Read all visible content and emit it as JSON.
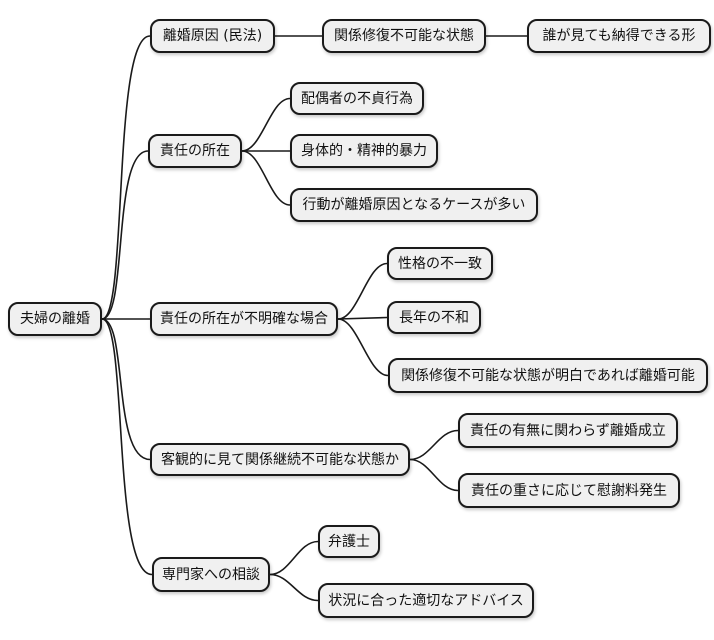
{
  "diagram_type": "mindmap",
  "colors": {
    "background": "#ffffff",
    "node_fill": "#f0f0f0",
    "node_border": "#1a1a1a",
    "edge": "#1a1a1a",
    "text": "#111111"
  },
  "mindmap": {
    "root": {
      "label": "夫婦の離婚"
    },
    "branches": [
      {
        "label": "離婚原因 (民法)",
        "children": [
          {
            "label": "関係修復不可能な状態",
            "children": [
              {
                "label": "誰が見ても納得できる形"
              }
            ]
          }
        ]
      },
      {
        "label": "責任の所在",
        "children": [
          {
            "label": "配偶者の不貞行為"
          },
          {
            "label": "身体的・精神的暴力"
          },
          {
            "label": "行動が離婚原因となるケースが多い"
          }
        ]
      },
      {
        "label": "責任の所在が不明確な場合",
        "children": [
          {
            "label": "性格の不一致"
          },
          {
            "label": "長年の不和"
          },
          {
            "label": "関係修復不可能な状態が明白であれば離婚可能"
          }
        ]
      },
      {
        "label": "客観的に見て関係継続不可能な状態か",
        "children": [
          {
            "label": "責任の有無に関わらず離婚成立"
          },
          {
            "label": "責任の重さに応じて慰謝料発生"
          }
        ]
      },
      {
        "label": "専門家への相談",
        "children": [
          {
            "label": "弁護士"
          },
          {
            "label": "状況に合った適切なアドバイス"
          }
        ]
      }
    ]
  }
}
